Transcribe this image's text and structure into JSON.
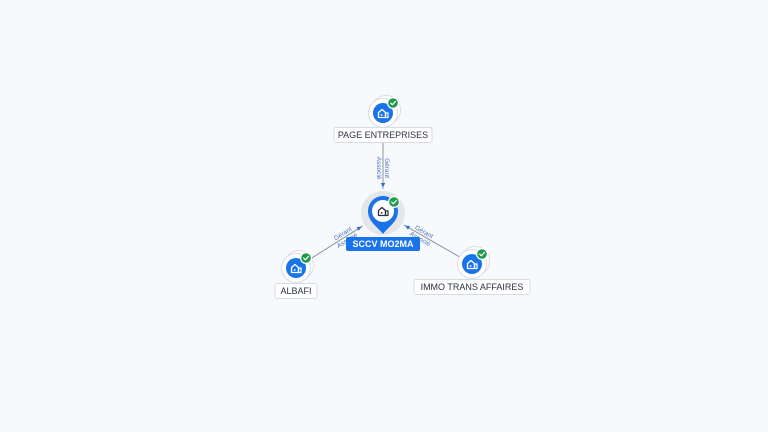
{
  "colors": {
    "primary": "#1a73e8",
    "check": "#1e9a4a",
    "edge_label": "#4a73b8",
    "background": "#f8f9fc"
  },
  "center": {
    "label": "SCCV MO2MA",
    "icon": "building-icon",
    "verified": true
  },
  "companies": [
    {
      "label": "PAGE ENTREPRISES",
      "icon": "building-icon",
      "verified": true,
      "relation": [
        "Gérant",
        "Associé"
      ]
    },
    {
      "label": "ALBAFI",
      "icon": "building-icon",
      "verified": true,
      "relation": [
        "Gérant",
        "Associé"
      ]
    },
    {
      "label": "IMMO TRANS AFFAIRES",
      "icon": "building-icon",
      "verified": true,
      "relation": [
        "Gérant",
        "Associé"
      ]
    }
  ]
}
